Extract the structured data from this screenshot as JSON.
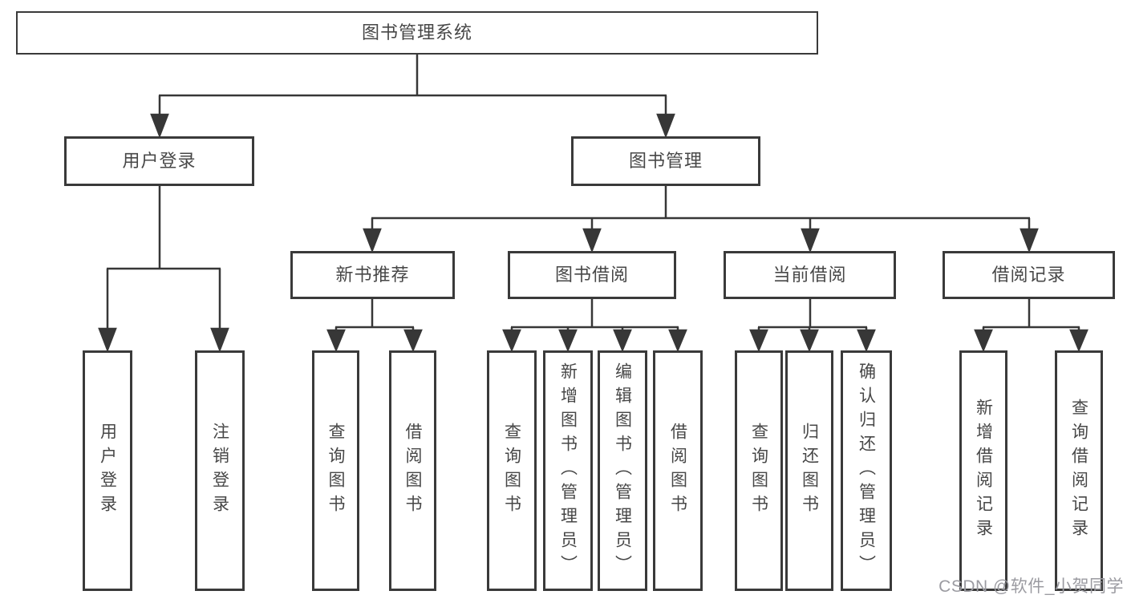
{
  "diagram": {
    "type": "hierarchy-tree",
    "colors": {
      "line": "#373737",
      "box_border": "#3a3a3a",
      "text": "#474747",
      "background": "#ffffff",
      "watermark": "#9b9ba1"
    },
    "nodes": {
      "root": {
        "label": "图书管理系统"
      },
      "user_login": {
        "label": "用户登录",
        "children": [
          {
            "label": "用户登录"
          },
          {
            "label": "注销登录"
          }
        ]
      },
      "book_mgmt": {
        "label": "图书管理"
      },
      "new_books": {
        "label": "新书推荐",
        "children": [
          {
            "label": "查询图书"
          },
          {
            "label": "借阅图书"
          }
        ]
      },
      "book_borrow": {
        "label": "图书借阅",
        "children": [
          {
            "label": "查询图书"
          },
          {
            "label": "新增图书（管理员）"
          },
          {
            "label": "编辑图书（管理员）"
          },
          {
            "label": "借阅图书"
          }
        ]
      },
      "current_borrow": {
        "label": "当前借阅",
        "children": [
          {
            "label": "查询图书"
          },
          {
            "label": "归还图书"
          },
          {
            "label": "确认归还（管理员）"
          }
        ]
      },
      "borrow_records": {
        "label": "借阅记录",
        "children": [
          {
            "label": "新增借阅记录"
          },
          {
            "label": "查询借阅记录"
          }
        ]
      }
    }
  },
  "watermark": "CSDN @软件_小贺同学"
}
